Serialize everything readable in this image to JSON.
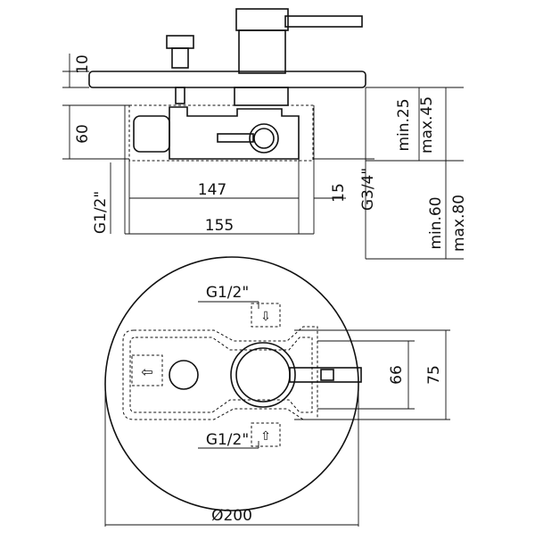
{
  "side_view": {
    "dim_depth_cover": "10",
    "dim_body_height": "60",
    "dim_body_width": "147",
    "dim_outer_width": "155",
    "dim_offset": "15",
    "thread_left": "G1/2\"",
    "thread_right": "G3/4\"",
    "install_min_1": "min.25",
    "install_max_1": "max.45",
    "install_min_2": "min.60",
    "install_max_2": "max.80"
  },
  "front_view": {
    "thread_top": "G1/2\"",
    "thread_bottom": "G1/2\"",
    "dim_inner": "66",
    "dim_outer": "75",
    "dim_diameter": "Ø200"
  }
}
